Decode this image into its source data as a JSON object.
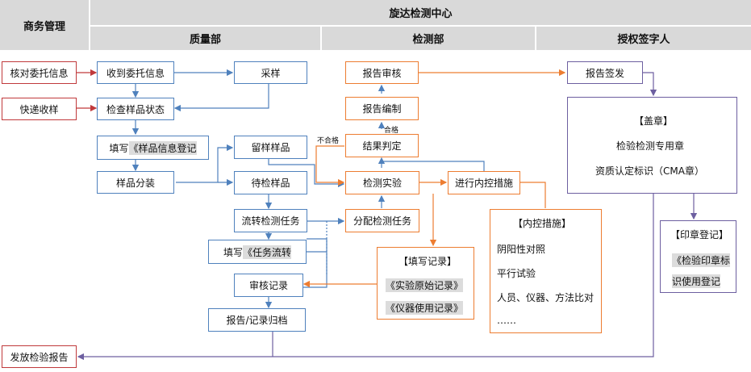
{
  "headers": {
    "business": "商务管理",
    "center": "旋达检测中心",
    "quality": "质量部",
    "testing": "检测部",
    "signatory": "授权签字人"
  },
  "business_nodes": {
    "verify_commission": "核对委托信息",
    "express_sample": "快递收样",
    "issue_report": "发放检验报告"
  },
  "quality_nodes": {
    "receive_commission": "收到委托信息",
    "sampling": "采样",
    "check_sample": "检查样品状态",
    "fill_sample_info_prefix": "填写",
    "fill_sample_info_form": "《样品信息登记",
    "sample_split": "样品分装",
    "retained_sample": "留样样品",
    "pending_sample": "待检样品",
    "transfer_task": "流转检测任务",
    "fill_task_prefix": "填写",
    "fill_task_form": "《任务流转",
    "review_records": "审核记录",
    "archive": "报告/记录归档"
  },
  "testing_nodes": {
    "report_review": "报告审核",
    "report_compile": "报告编制",
    "result_judgement": "结果判定",
    "test_experiment": "检测实验",
    "internal_control": "进行内控措施",
    "assign_task": "分配检测任务",
    "pass_label": "合格",
    "fail_label": "不合格"
  },
  "records": {
    "title": "【填写记录】",
    "items": [
      "《实验原始记录》",
      "《仪器使用记录》"
    ]
  },
  "control_measures": {
    "title": "【内控措施】",
    "items": [
      "阴阳性对照",
      "平行试验",
      "人员、仪器、方法比对",
      "……"
    ]
  },
  "signatory_nodes": {
    "report_issue": "报告签发",
    "seal_title": "【盖章】",
    "seal_items": [
      "检验检测专用章",
      "资质认定标识（CMA章）"
    ],
    "seal_register_title": "【印章登记】",
    "seal_register_lines": [
      "《检验印章标",
      "识使用登记"
    ]
  },
  "colors": {
    "blue": "#4f81bd",
    "red": "#c0393b",
    "orange": "#ed7d31",
    "purple": "#6d5fa0",
    "header_gray": "#d9d9d9",
    "highlight_gray": "#dcdcdc"
  }
}
